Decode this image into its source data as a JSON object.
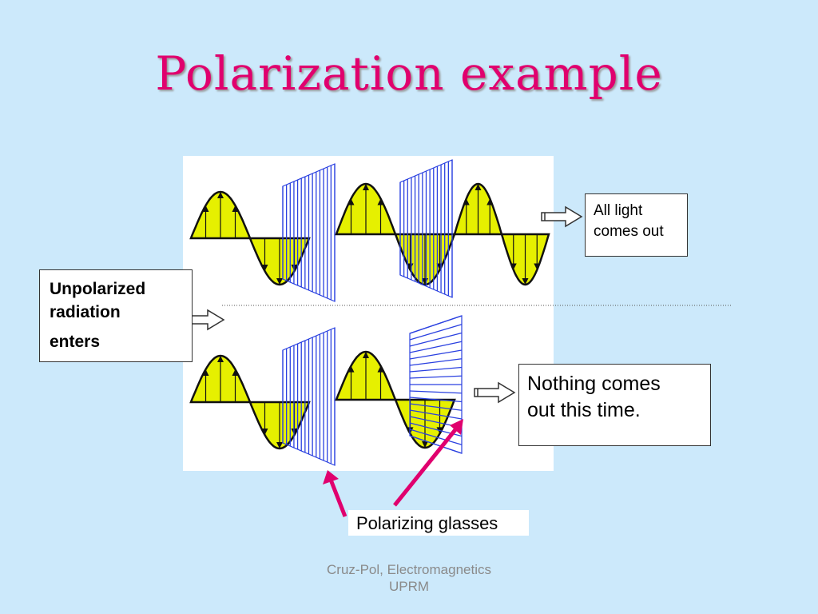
{
  "title": "Polarization example",
  "labels": {
    "all_light": [
      "All light",
      "comes out"
    ],
    "unpolarized": [
      "Unpolarized",
      "radiation",
      "enters"
    ],
    "nothing": [
      "Nothing comes",
      "out this time."
    ],
    "glasses": "Polarizing glasses"
  },
  "footer": [
    "Cruz-Pol, Electromagnetics",
    "UPRM"
  ],
  "colors": {
    "wave_fill": "#e6f000",
    "polarizer": "#2a40e0",
    "arrow_pointer": "#e0006e",
    "title": "#e0006e",
    "background": "#cce9fb"
  },
  "icons": [
    "block-arrow-right-icon",
    "pointer-arrow-icon"
  ]
}
